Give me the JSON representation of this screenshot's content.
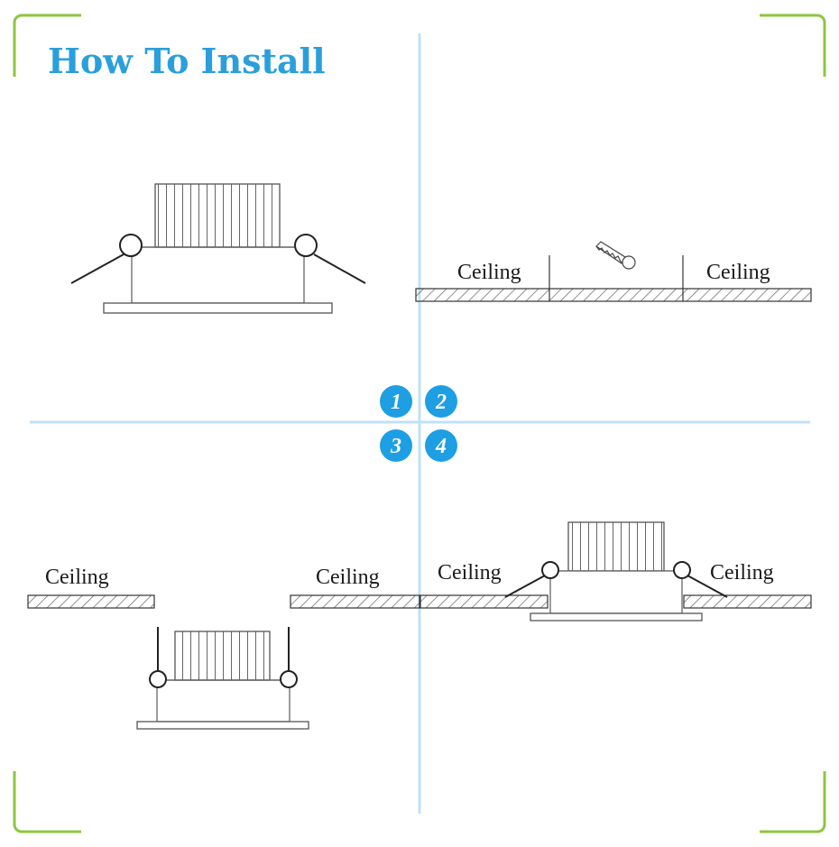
{
  "title": "How To Install",
  "ceiling_label": "Ceiling",
  "steps": [
    "1",
    "2",
    "3",
    "4"
  ],
  "colors": {
    "title": "#2a9fdc",
    "frame": "#8cc63f",
    "divider": "#bfe2f5",
    "badge": "#1e9ee3",
    "line": "#333333"
  }
}
